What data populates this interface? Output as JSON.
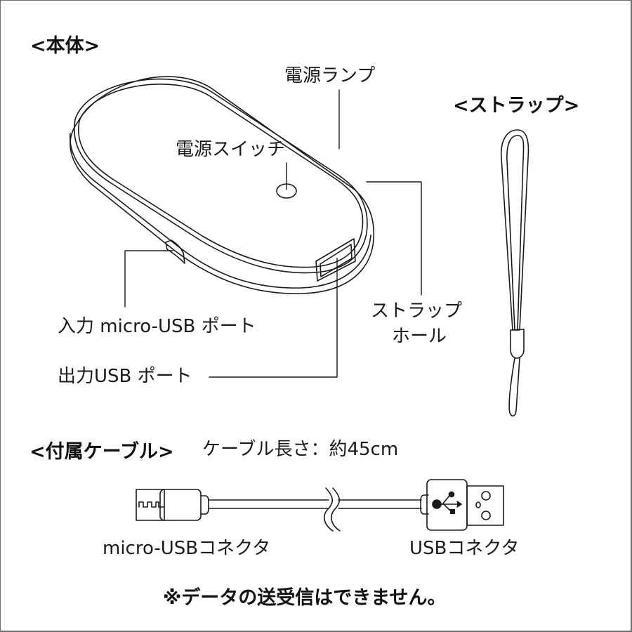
{
  "sections": {
    "body": {
      "heading": "<本体>",
      "labels": {
        "power_lamp": "電源ランプ",
        "power_switch": "電源スイッチ",
        "input_port": "入力 micro-USB ポート",
        "output_port": "出力USB ポート",
        "strap_hole_line1": "ストラップ",
        "strap_hole_line2": "ホール"
      }
    },
    "strap": {
      "heading": "<ストラップ>"
    },
    "cable": {
      "heading": "<付属ケーブル>",
      "length_text": "ケーブル長さ：約45cm",
      "micro_usb_label": "micro-USBコネクタ",
      "usb_label": "USBコネクタ"
    }
  },
  "footer_note": "※データの送受信はできません。",
  "icons": {
    "usb_symbol": "usb-trident-icon"
  },
  "colors": {
    "line": "#1a1a1a",
    "border": "#6e6e6e",
    "background": "#ffffff"
  }
}
